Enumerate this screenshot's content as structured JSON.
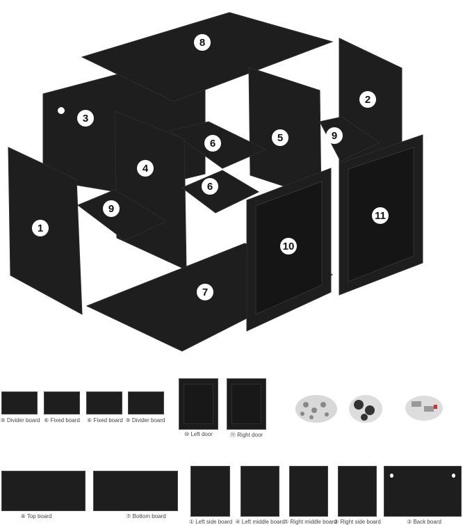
{
  "diagram": {
    "part_numbers": {
      "top_board": "8",
      "back_board": "3",
      "right_side_board": "2",
      "fixed_board_upper": "6",
      "right_middle_board": "5",
      "divider_board_right": "9",
      "left_middle_board": "4",
      "fixed_board_lower": "6",
      "left_side_board": "1",
      "divider_board_left": "9",
      "left_door": "10",
      "right_door": "11",
      "bottom_board": "7"
    },
    "colors": {
      "board": "#1e1e1e",
      "label_circle": "#ffffff",
      "label_text": "#111111"
    }
  },
  "parts_list": {
    "row1": [
      {
        "label": "⑨ Divider board"
      },
      {
        "label": "⑥ Fixed board"
      },
      {
        "label": "⑥ Fixed board"
      },
      {
        "label": "⑨ Divider board"
      },
      {
        "label": "⑩ Left door"
      },
      {
        "label": "⑪ Right door"
      }
    ],
    "hardware": [
      "screws-bag-icon",
      "hinges-bag-icon",
      "accessories-bag-icon"
    ],
    "row2": [
      {
        "label": "⑧ Top board"
      },
      {
        "label": "⑦ Bottom board"
      },
      {
        "label": "① Left side board"
      },
      {
        "label": "④ Left middle board"
      },
      {
        "label": "⑤ Right middle board"
      },
      {
        "label": "② Right side board"
      },
      {
        "label": "③ Back board"
      }
    ]
  }
}
